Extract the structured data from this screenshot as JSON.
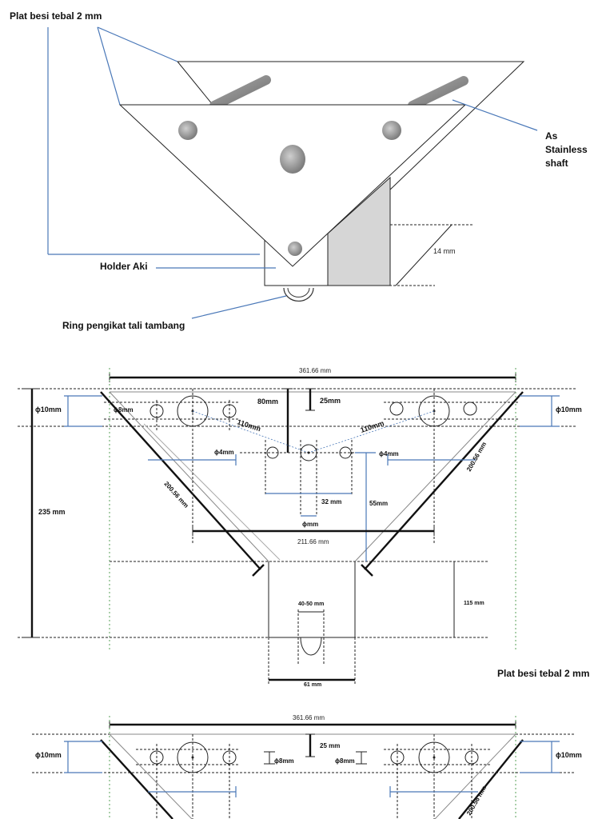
{
  "isometric": {
    "plate_label": "Plat besi tebal 2 mm",
    "shaft_label": [
      "As",
      "Stainless",
      "shaft"
    ],
    "holder_label": "Holder Aki",
    "ring_label": "Ring pengikat tali tambang",
    "thickness_label": "14 mm"
  },
  "drawing1": {
    "top_width": "361.66 mm",
    "left_dia": "ϕ10mm",
    "right_dia": "ϕ10mm",
    "small_dia_left": "ϕ8mm",
    "dim_80": "80mm",
    "dim_25": "25mm",
    "dim_110_left": "110mm",
    "dim_110_right": "110mm",
    "phi4_left": "ϕ4mm",
    "phi4_right": "ϕ4mm",
    "side_left": "200.56 mm",
    "side_right": "200.56 mm",
    "dim_32": "32 mm",
    "dim_55": "55mm",
    "phi_mm": "ϕmm",
    "bottom_width": "211.66 mm",
    "height_235": "235 mm",
    "height_115": "115 mm",
    "dim_4050": "40-50 mm",
    "dim_61": "61 mm",
    "plate_label": "Plat besi tebal 2 mm"
  },
  "drawing2": {
    "top_width": "361.66 mm",
    "left_dia": "ϕ10mm",
    "right_dia": "ϕ10mm",
    "dim_25": "25 mm",
    "phi8_left": "ϕ8mm",
    "phi8_right": "ϕ8mm",
    "side_right": "200.56 mm"
  }
}
